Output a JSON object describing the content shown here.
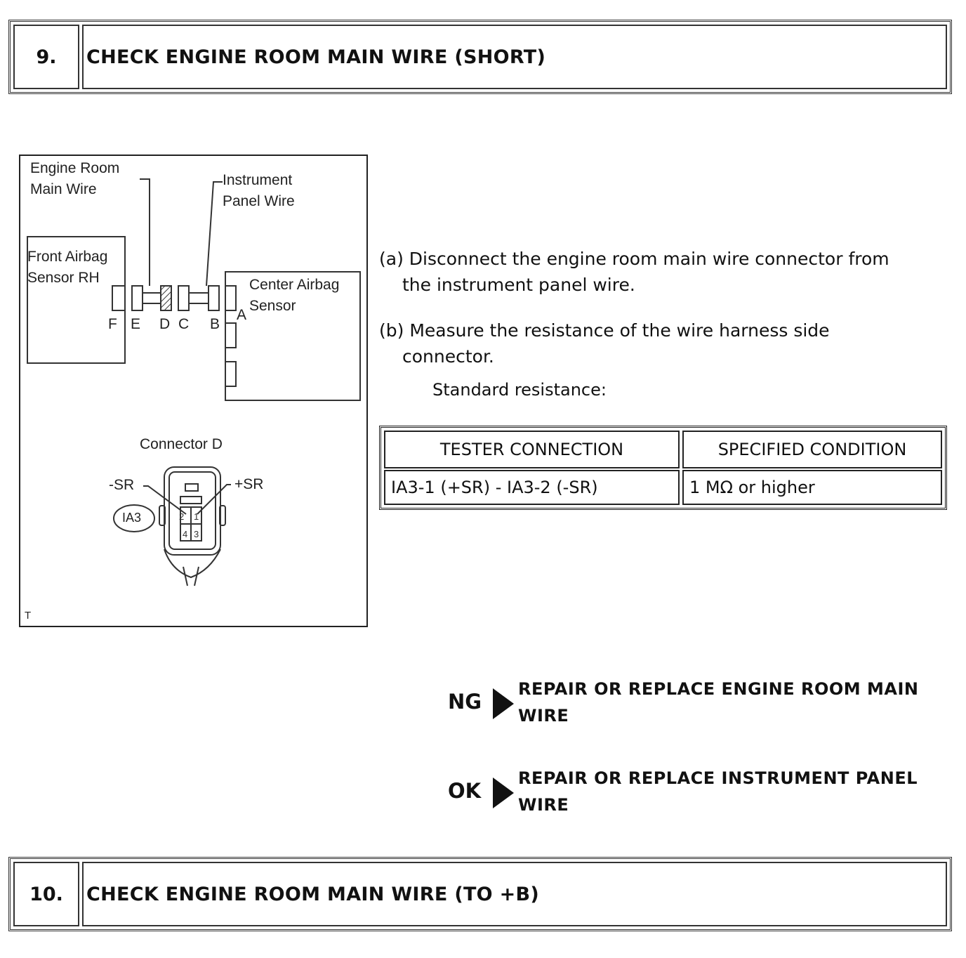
{
  "step9": {
    "number": "9.",
    "title": "CHECK ENGINE ROOM MAIN WIRE (SHORT)"
  },
  "figure": {
    "labels": {
      "engine_room_line1": "Engine Room",
      "engine_room_line2": "Main Wire",
      "instrument_line1": "Instrument",
      "instrument_line2": "Panel Wire",
      "front_airbag_line1": "Front Airbag",
      "front_airbag_line2": "Sensor RH",
      "center_airbag_line1": "Center Airbag",
      "center_airbag_line2": "Sensor",
      "connector_title": "Connector D",
      "minus_sr": "-SR",
      "plus_sr": "+SR",
      "ia3": "IA3",
      "corner_mark": "T"
    },
    "letters": {
      "f": "F",
      "e": "E",
      "d": "D",
      "c": "C",
      "b": "B",
      "a": "A"
    }
  },
  "instructions": {
    "a_line1": "(a) Disconnect the engine room main wire connector from",
    "a_line2": "the instrument panel wire.",
    "b_line1": "(b) Measure the resistance of the wire harness side",
    "b_line2": "connector.",
    "standard_label": "Standard resistance:"
  },
  "spec_table": {
    "headers": [
      "TESTER CONNECTION",
      "SPECIFIED CONDITION"
    ],
    "rows": [
      [
        "IA3-1 (+SR) - IA3-2 (-SR)",
        "1 MΩ or higher"
      ]
    ]
  },
  "results": {
    "ng": {
      "tag": "NG",
      "line1": "REPAIR OR REPLACE ENGINE ROOM MAIN",
      "line2": "WIRE"
    },
    "ok": {
      "tag": "OK",
      "line1": "REPAIR OR REPLACE INSTRUMENT PANEL",
      "line2": "WIRE"
    }
  },
  "step10": {
    "number": "10.",
    "title": "CHECK ENGINE ROOM MAIN WIRE (TO +B)"
  }
}
